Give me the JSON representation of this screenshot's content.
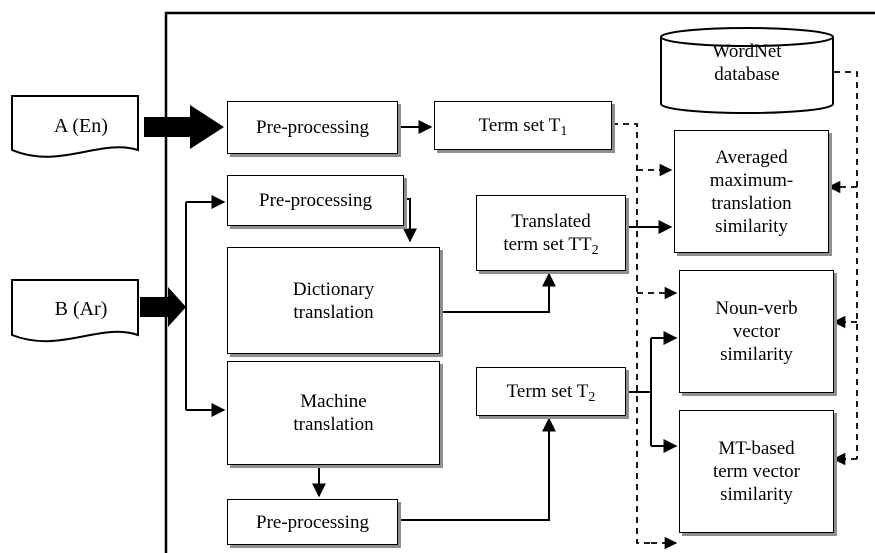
{
  "inputs": {
    "a": "A (En)",
    "b": "B (Ar)"
  },
  "boxes": {
    "pre_a": "Pre-processing",
    "term_t1_main": "Term set T",
    "term_t1_sub": "1",
    "pre_b": "Pre-processing",
    "dict": "Dictionary\ntranslation",
    "machine": "Machine\ntranslation",
    "pre_mt": "Pre-processing",
    "tt2_line1": "Translated",
    "tt2_line2_main": "term set TT",
    "tt2_sub": "2",
    "term_t2_main": "Term set T",
    "term_t2_sub": "2",
    "wordnet": "WordNet\ndatabase",
    "avg_sim": "Averaged\nmaximum-\ntranslation\nsimilarity",
    "nv_sim": "Noun-verb\nvector\nsimilarity",
    "mt_sim": "MT-based\nterm vector\nsimilarity"
  }
}
